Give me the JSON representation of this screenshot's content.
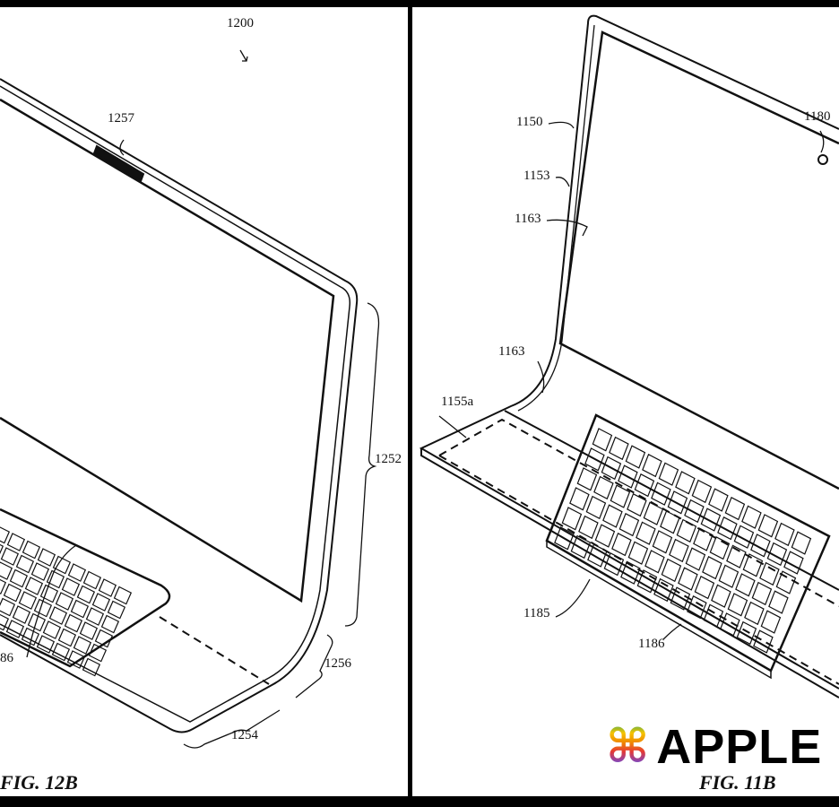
{
  "left_figure": {
    "caption": "FIG. 12B",
    "reference_labels": {
      "device": "1200",
      "camera": "1257",
      "display_span": "1252",
      "curve_span": "1256",
      "base_span": "1254",
      "keyboard_partial": "86"
    }
  },
  "right_figure": {
    "caption": "FIG. 11B",
    "reference_labels": {
      "housing": "1150",
      "bezel": "1153",
      "display_upper": "1163",
      "display_lower": "1163",
      "camera": "1180",
      "region": "1155a",
      "keyboard_area": "1185",
      "keyboard": "1186"
    }
  },
  "watermark": {
    "text": "APPLE",
    "icon": "command-key-icon"
  }
}
